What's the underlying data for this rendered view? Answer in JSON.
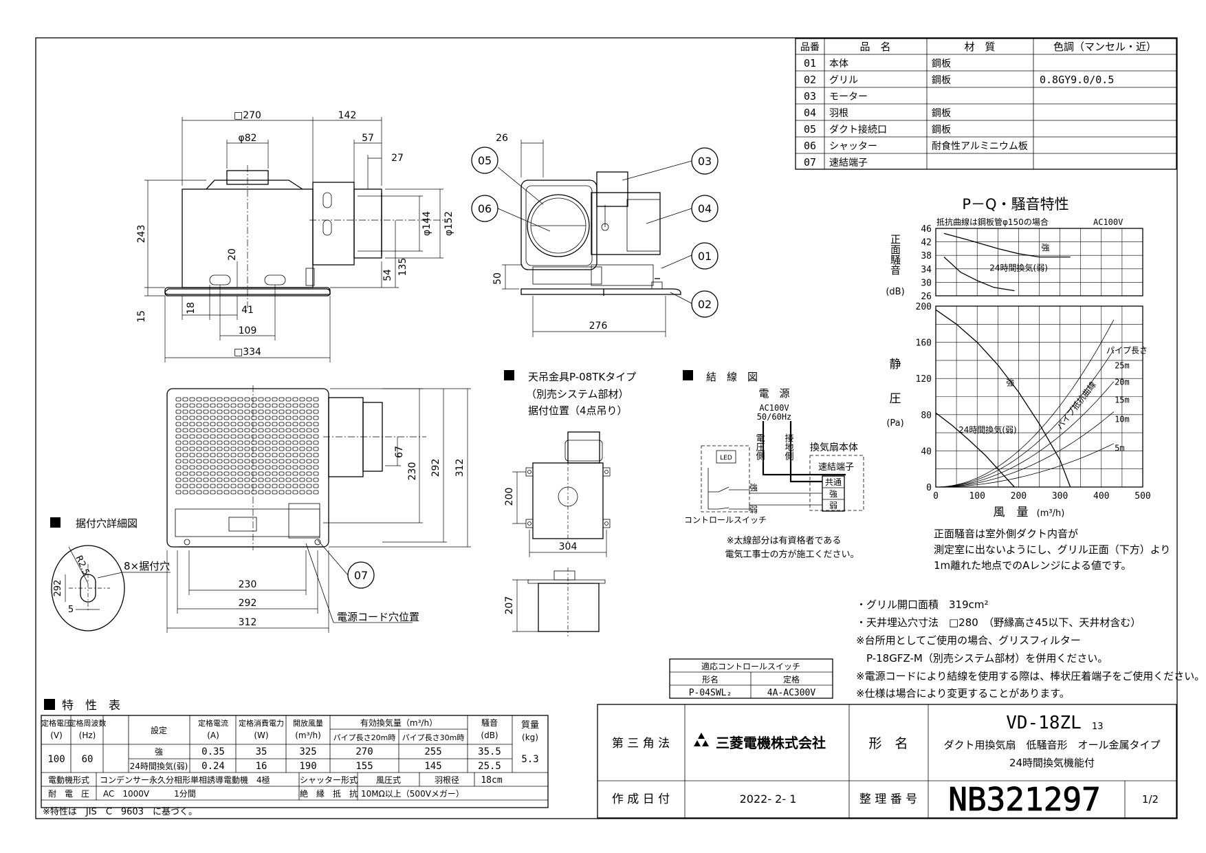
{
  "parts_table": {
    "headers": [
      "品番",
      "品　名",
      "材　質",
      "色調（マンセル・近）"
    ],
    "rows": [
      {
        "no": "01",
        "name": "本体",
        "material": "鋼板",
        "color": ""
      },
      {
        "no": "02",
        "name": "グリル",
        "material": "鋼板",
        "color": "0.8GY9.0/0.5"
      },
      {
        "no": "03",
        "name": "モーター",
        "material": "",
        "color": ""
      },
      {
        "no": "04",
        "name": "羽根",
        "material": "鋼板",
        "color": ""
      },
      {
        "no": "05",
        "name": "ダクト接続口",
        "material": "鋼板",
        "color": ""
      },
      {
        "no": "06",
        "name": "シャッター",
        "material": "耐食性アルミニウム板",
        "color": ""
      },
      {
        "no": "07",
        "name": "速結端子",
        "material": "",
        "color": ""
      }
    ]
  },
  "top_view": {
    "dims": {
      "w270": "□270",
      "w142": "142",
      "d82": "φ82",
      "w57": "57",
      "w27": "27",
      "h243": "243",
      "d144": "φ144",
      "d152": "φ152",
      "h20": "20",
      "h54": "54",
      "h135": "135",
      "h15": "15",
      "w18": "18",
      "w41": "41",
      "w109": "109",
      "w334": "□334"
    }
  },
  "side_view": {
    "dims": {
      "w26": "26",
      "h50": "50",
      "w276": "276"
    },
    "callouts": [
      "05",
      "06",
      "03",
      "04",
      "01",
      "02"
    ]
  },
  "bottom_view": {
    "dims": {
      "h67": "67",
      "h230": "230",
      "h292": "292",
      "h312": "312",
      "w230": "230",
      "w292": "292",
      "w312": "312"
    },
    "callout": "07",
    "cord_label": "電源コード穴位置"
  },
  "hole_detail": {
    "title": "据付穴詳細図",
    "dims": {
      "r": "R2.5",
      "h": "292",
      "w": "5"
    },
    "label": "8×据付穴"
  },
  "hanger": {
    "title": "天吊金具P-08TKタイプ",
    "subtitle": "（別売システム部材）",
    "note": "据付位置（4点吊り）",
    "dims": {
      "h200": "200",
      "w304": "304",
      "h207": "207"
    }
  },
  "wiring": {
    "title": "結　線　図",
    "power_label": "電　源",
    "power_spec": "AC100V",
    "power_freq": "50/60Hz",
    "voltage_side": "電圧側",
    "ground_side": "接地側",
    "body_label": "換気扇本体",
    "terminal_label": "速結端子",
    "terminals": [
      "共通",
      "強",
      "弱"
    ],
    "led": "LED",
    "switch_labels": [
      "強",
      "弱"
    ],
    "switch_name": "コントロールスイッチ",
    "note1": "※太線部分は有資格者である",
    "note2": "電気工事士の方が施工ください。"
  },
  "chart_title": "P－Q・騒音特性",
  "chart_data": [
    {
      "type": "line",
      "title": "",
      "note": "抵抗曲線は鋼板管φ150の場合",
      "supply": "AC100V",
      "ylabel": "正面騒音",
      "yunit": "(dB)",
      "ylim": [
        26,
        46
      ],
      "yticks": [
        46,
        42,
        38,
        34,
        30,
        26
      ],
      "xlim": [
        0,
        500
      ],
      "series": [
        {
          "name": "強",
          "x": [
            20,
            80,
            150,
            200,
            250,
            325
          ],
          "y": [
            44.5,
            42.5,
            40,
            38.5,
            37.5,
            37.5
          ]
        },
        {
          "name": "24時間換気(弱)",
          "x": [
            20,
            60,
            100,
            140,
            190
          ],
          "y": [
            37.5,
            33,
            30.5,
            28.5,
            27.5
          ]
        }
      ]
    },
    {
      "type": "line",
      "title": "",
      "ylabel": "静圧",
      "yunit": "(Pa)",
      "xlabel": "風　量",
      "xunit": "(m³/h)",
      "ylim": [
        0,
        200
      ],
      "xlim": [
        0,
        500
      ],
      "yticks": [
        200,
        160,
        120,
        80,
        40,
        0
      ],
      "xticks": [
        0,
        100,
        200,
        300,
        400,
        500
      ],
      "series": [
        {
          "name": "強",
          "x": [
            0,
            50,
            100,
            150,
            200,
            250,
            300,
            325
          ],
          "y": [
            196,
            180,
            160,
            135,
            105,
            70,
            30,
            0
          ]
        },
        {
          "name": "24時間換気(弱)",
          "x": [
            0,
            40,
            80,
            120,
            160,
            190
          ],
          "y": [
            82,
            68,
            52,
            35,
            15,
            0
          ]
        }
      ],
      "resistance_curves": {
        "label": "パイプ長さ",
        "curve_label": "パイプ抵抗曲線",
        "curves": [
          {
            "name": "25m",
            "k": 0.001
          },
          {
            "name": "20m",
            "k": 0.00082
          },
          {
            "name": "15m",
            "k": 0.00063
          },
          {
            "name": "10m",
            "k": 0.00045
          },
          {
            "name": "5m",
            "k": 0.00026
          }
        ]
      }
    }
  ],
  "chart_notes": [
    "正面騒音は室外側ダクト内音が",
    "測定室に出ないようにし、グリル正面（下方）より",
    "1m離れた地点でのAレンジによる値です。"
  ],
  "spec_notes": [
    "・グリル開口面積　319cm²",
    "・天井埋込穴寸法　□280　（野縁高さ45以下、天井材含む）",
    "※台所用としてご使用の場合、グリスフィルター",
    "　P-18GFZ-M（別売システム部材）を併用ください。",
    "※電源コードにより結線を使用する際は、棒状圧着端子をご使用ください。",
    "※仕様は場合により変更することがあります。"
  ],
  "switch_table": {
    "title": "適応コントロールスイッチ",
    "headers": [
      "形名",
      "定格"
    ],
    "row": [
      "P-04SWL₂",
      "4A-AC300V"
    ]
  },
  "char_table": {
    "title": "特　性　表",
    "h_voltage": "定格電圧",
    "h_voltage_u": "(V)",
    "h_freq": "定格周波数",
    "h_freq_u": "(Hz)",
    "h_setting": "設定",
    "h_current": "定格電流",
    "h_current_u": "(A)",
    "h_power": "定格消費電力",
    "h_power_u": "(W)",
    "h_open": "開放風量",
    "h_open_u": "(m³/h)",
    "h_eff": "有効換気量（m³/h）",
    "h_eff20": "パイプ長さ20m時",
    "h_eff30": "パイプ長さ30m時",
    "h_noise": "騒音",
    "h_noise_u": "(dB)",
    "h_mass": "質量",
    "h_mass_u": "(kg)",
    "voltage": "100",
    "freq": "60",
    "mass": "5.3",
    "rows": [
      {
        "setting": "強",
        "current": "0.35",
        "power": "35",
        "open": "325",
        "eff20": "270",
        "eff30": "255",
        "noise": "35.5"
      },
      {
        "setting": "24時間換気(弱)",
        "current": "0.24",
        "power": "16",
        "open": "190",
        "eff20": "155",
        "eff30": "145",
        "noise": "25.5"
      }
    ],
    "motor_h": "電動機形式",
    "motor": "コンデンサー永久分相形単相誘導電動機　4極",
    "shutter_h": "シャッター形式",
    "shutter": "風圧式",
    "blade_h": "羽根径",
    "blade": "18cm",
    "withstand_h": "耐　電　圧",
    "withstand": "AC　1000V　　　1分間",
    "insul_h": "絶　縁　抵　抗",
    "insul": "10MΩ以上（500Vメガー）",
    "footnote": "※特性は　JIS　C　9603　に基づく。"
  },
  "title_block": {
    "projection": "第 三 角 法",
    "company": "三菱電機株式会社",
    "model_h": "形　名",
    "model": "VD-18ZL",
    "model_sub": "13",
    "desc1": "ダクト用換気扇　低騒音形　オール金属タイプ",
    "desc2": "24時間換気機能付",
    "date_h": "作 成 日 付",
    "date": "2022- 2- 1",
    "number_h": "整 理 番 号",
    "number": "NB321297",
    "page": "1/2"
  }
}
